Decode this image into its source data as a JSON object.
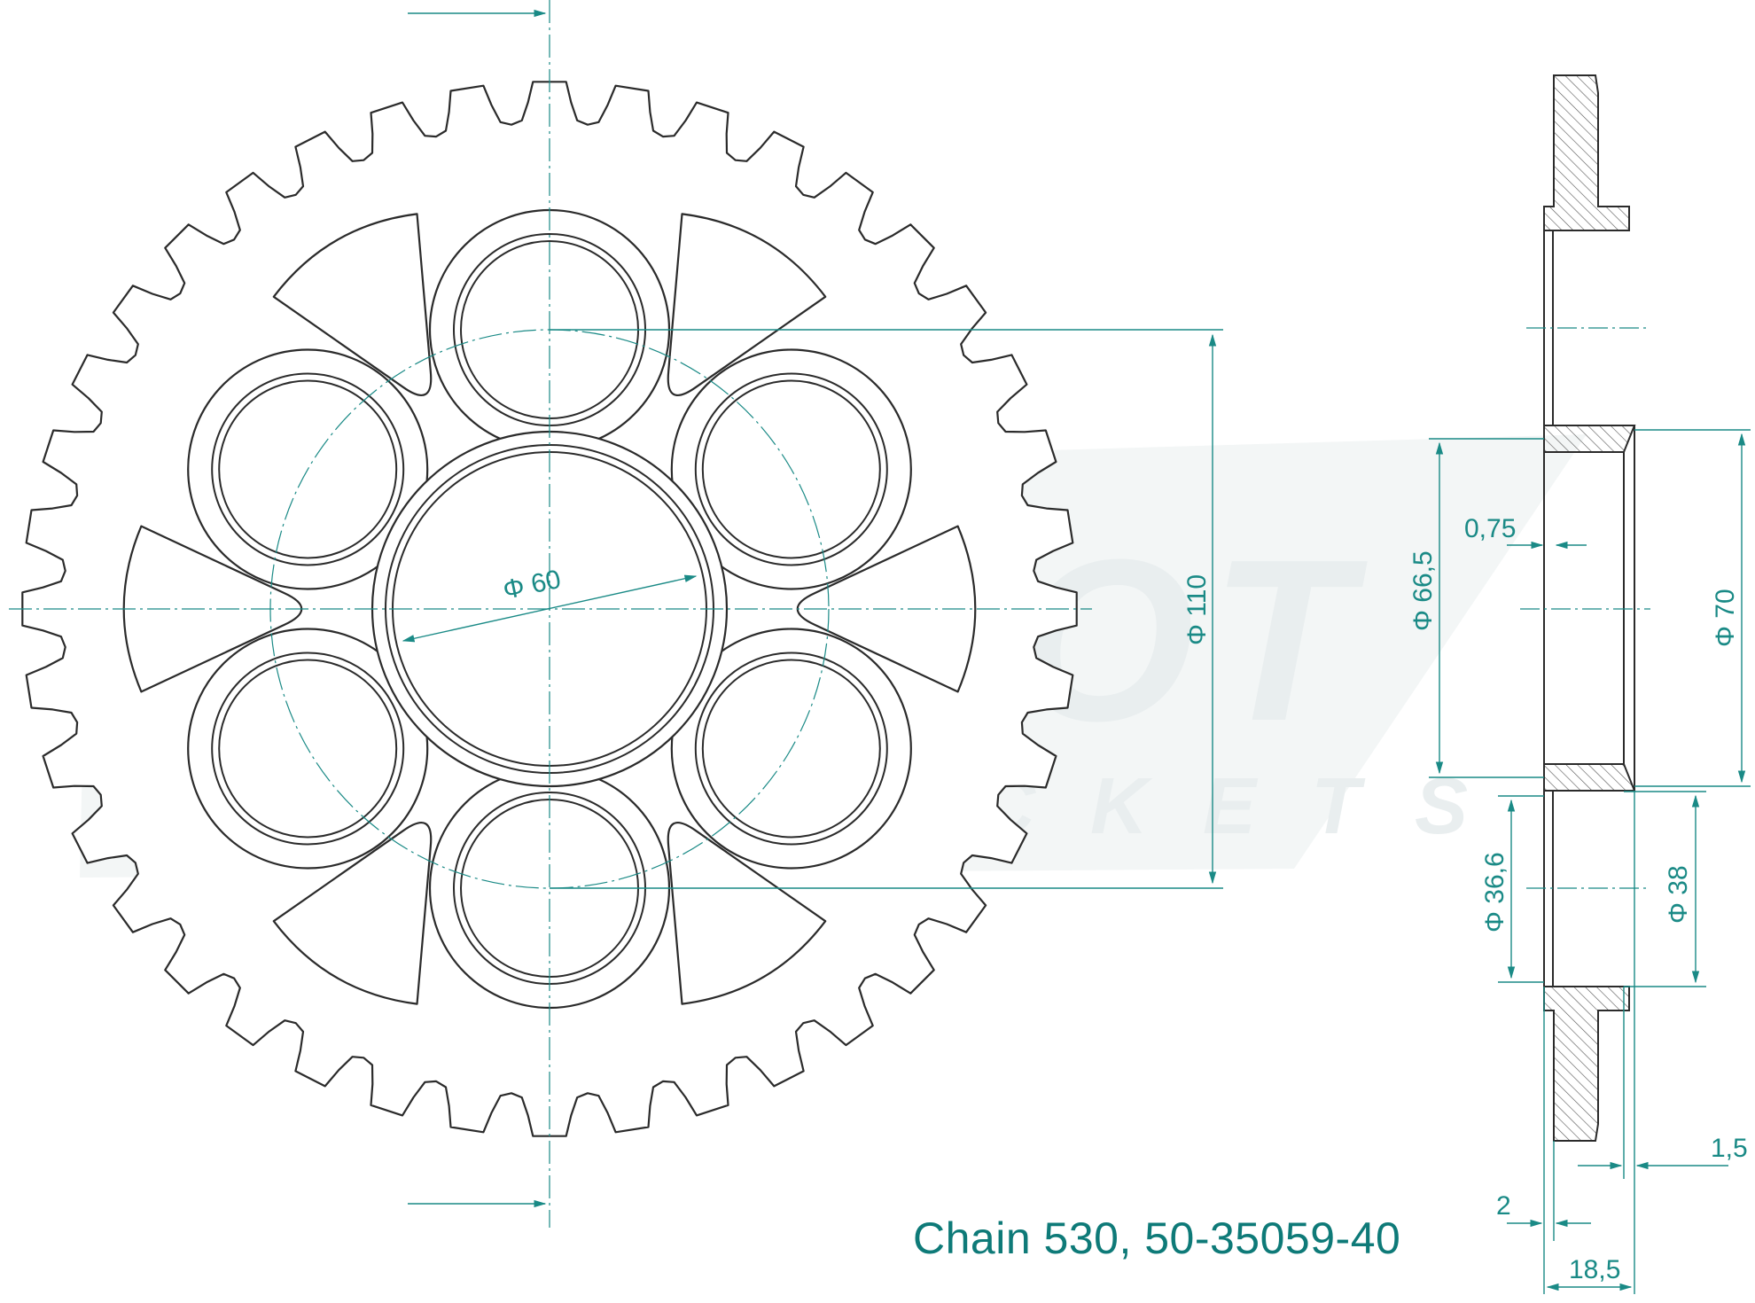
{
  "colors": {
    "outline": "#2b2b2b",
    "dimension": "#1a8a86",
    "caption": "#0e7a78",
    "watermark": "#e6ebec",
    "hatch": "#555555"
  },
  "front_view": {
    "tooth_count": 40,
    "dimensions": {
      "bore_diameter": "Φ 60",
      "bolt_circle": "Φ 110"
    }
  },
  "side_view": {
    "dimensions": {
      "hub_bore": "Φ 66,5",
      "hub_step": "0,75",
      "hub_outer": "Φ 70",
      "pilot_left": "Φ 36,6",
      "pilot_right": "Φ 38",
      "offset_right": "1,5",
      "offset_left": "2",
      "total_width": "18,5"
    }
  },
  "watermark": {
    "brand": "ESJOT",
    "sub": "SPROCKETS"
  },
  "caption": "Chain 530, 50-35059-40"
}
